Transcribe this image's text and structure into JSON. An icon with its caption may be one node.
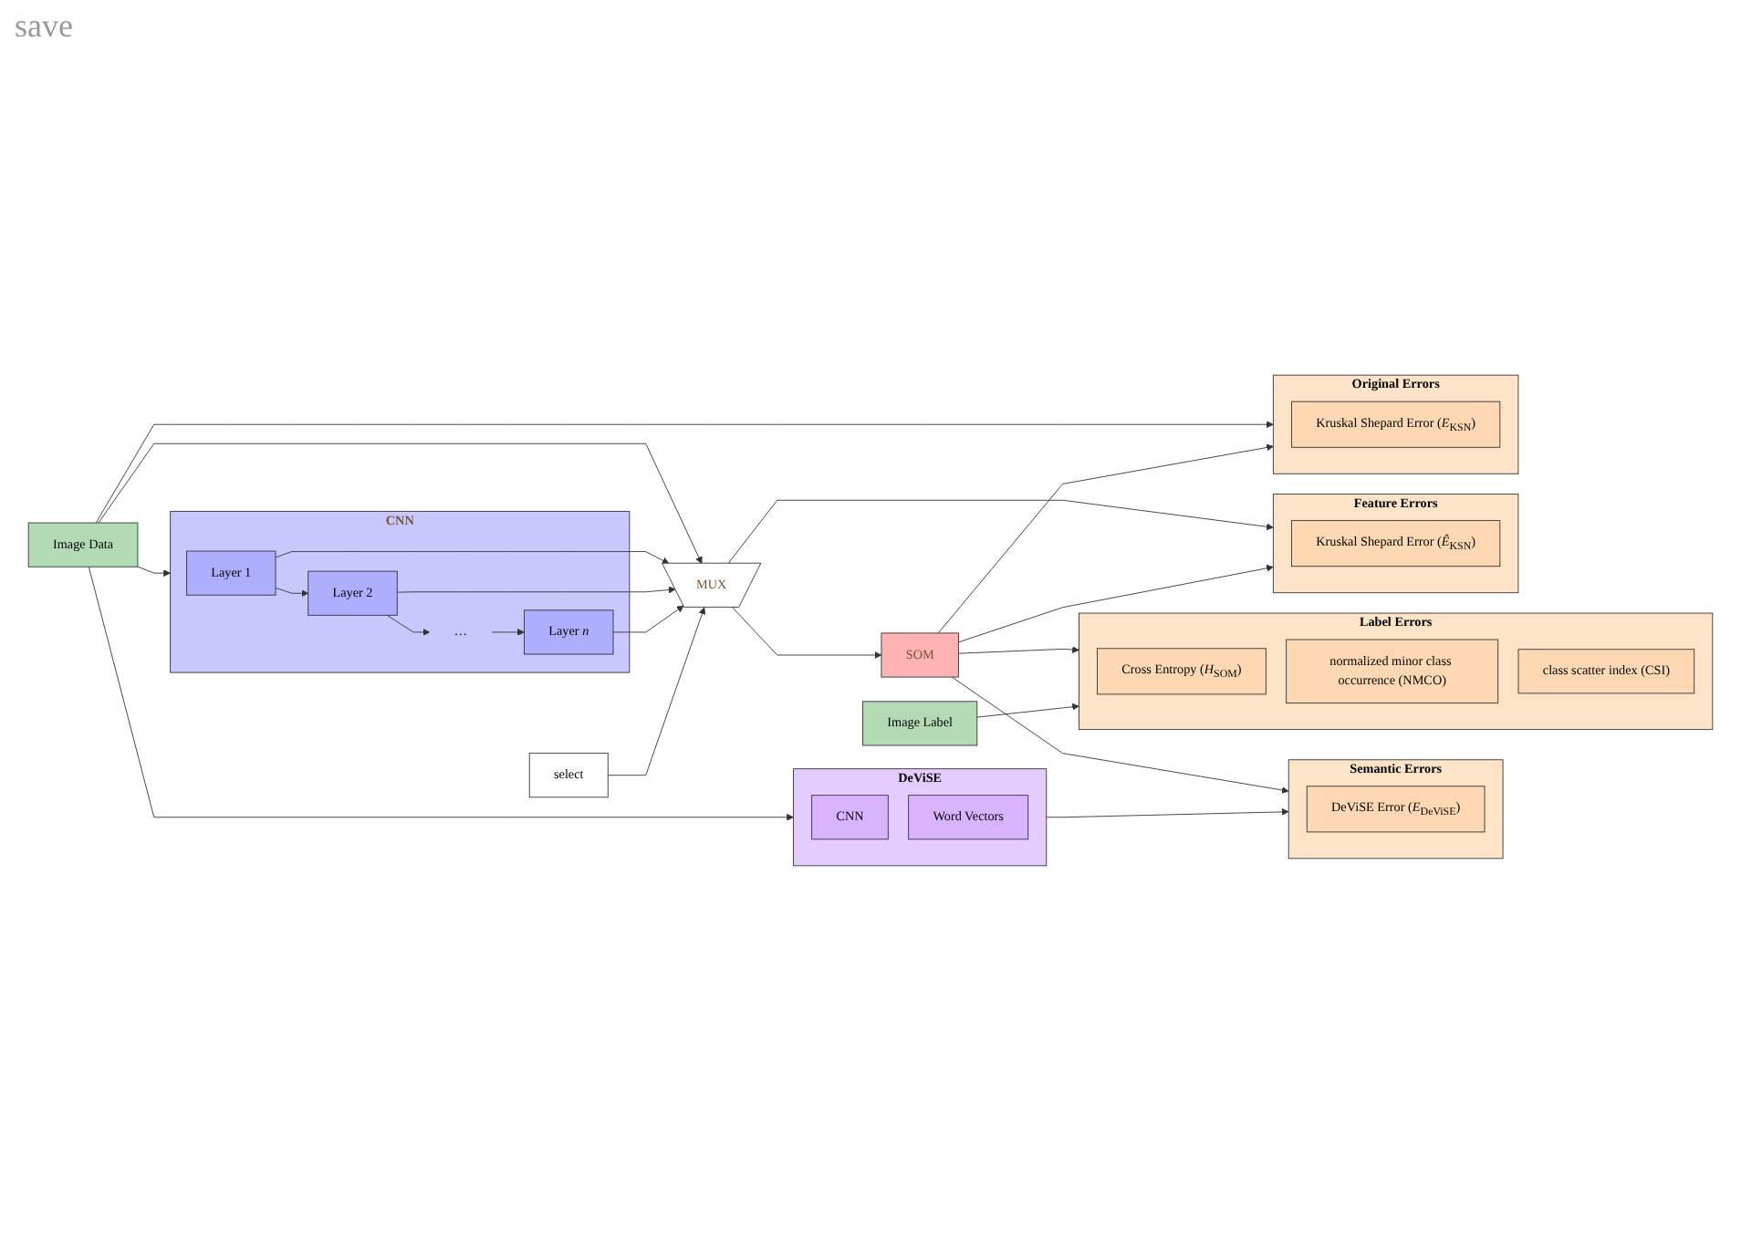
{
  "diagram": {
    "nodes": [
      {
        "text": [
          "Image Data"
        ]
      },
      {
        "text": [
          "CNN"
        ]
      },
      {
        "text": [
          "Layer 1"
        ],
        "in": 1
      },
      {
        "text": [
          "Layer 2"
        ],
        "in": 1
      },
      {
        "text": [
          "…"
        ],
        "in": 1
      },
      {
        "text": [
          "Layer *n*"
        ],
        "in": 1
      },
      {
        "text": [
          "select"
        ]
      },
      {
        "text": [
          "MUX"
        ]
      },
      {
        "text": [
          "SOM"
        ]
      },
      {
        "text": [
          "Original Errors"
        ]
      },
      {
        "text": [
          "Kruskal Shepard Error (*E*$_{KSN}$)"
        ],
        "in": 9
      },
      {
        "text": [
          "Feature Errors"
        ]
      },
      {
        "text": [
          "Kruskal Shepard Error (*Ê*$_{KSN}$)"
        ],
        "in": 11
      },
      {
        "text": [
          "Label Errors"
        ]
      },
      {
        "text": [
          "Cross Entropy (*H*$_{SOM}$)"
        ],
        "in": 13
      },
      {
        "text": [
          "normalized minor class occurrence (NMCO)"
        ],
        "in": 13
      },
      {
        "text": [
          "class scatter index (CSI)"
        ],
        "in": 13
      },
      {
        "text": [
          "Image Label"
        ]
      },
      {
        "text": [
          "DeViSE"
        ]
      },
      {
        "text": [
          "CNN"
        ],
        "in": 18
      },
      {
        "text": [
          "Word Vectors"
        ],
        "in": 18
      },
      {
        "text": [
          "Semantic Errors"
        ]
      },
      {
        "text": [
          "DeViSE Error (*E*$_{DeViSE}$)"
        ],
        "in": 21
      }
    ],
    "edges": [
      {
        "from": 0,
        "to": 1,
        "arrow": "to"
      },
      {
        "from": 2,
        "to": 3,
        "arrow": "to"
      },
      {
        "from": 3,
        "to": 4,
        "arrow": "to"
      },
      {
        "from": 4,
        "to": 5,
        "arrow": "to"
      },
      {
        "from": 0,
        "to": 9,
        "arrow": "to"
      },
      {
        "from": 0,
        "to": 7,
        "arrow": "to"
      },
      {
        "from": 2,
        "to": 7,
        "arrow": "to"
      },
      {
        "from": 3,
        "to": 7,
        "arrow": "to"
      },
      {
        "from": 5,
        "to": 7,
        "arrow": "to"
      },
      {
        "from": 6,
        "to": 7,
        "arrow": "to"
      },
      {
        "from": 7,
        "to": 8,
        "arrow": "to"
      },
      {
        "from": 7,
        "to": 11,
        "arrow": "to"
      },
      {
        "from": 8,
        "to": 9,
        "arrow": "to"
      },
      {
        "from": 8,
        "to": 11,
        "arrow": "to"
      },
      {
        "from": 8,
        "to": 13,
        "arrow": "to"
      },
      {
        "from": 8,
        "to": 21,
        "arrow": "to"
      },
      {
        "from": 17,
        "to": 13,
        "arrow": "to"
      },
      {
        "from": 0,
        "to": 18,
        "arrow": "to"
      },
      {
        "from": 18,
        "to": 21,
        "arrow": "to"
      }
    ],
    "labels": [
      "save"
    ]
  }
}
